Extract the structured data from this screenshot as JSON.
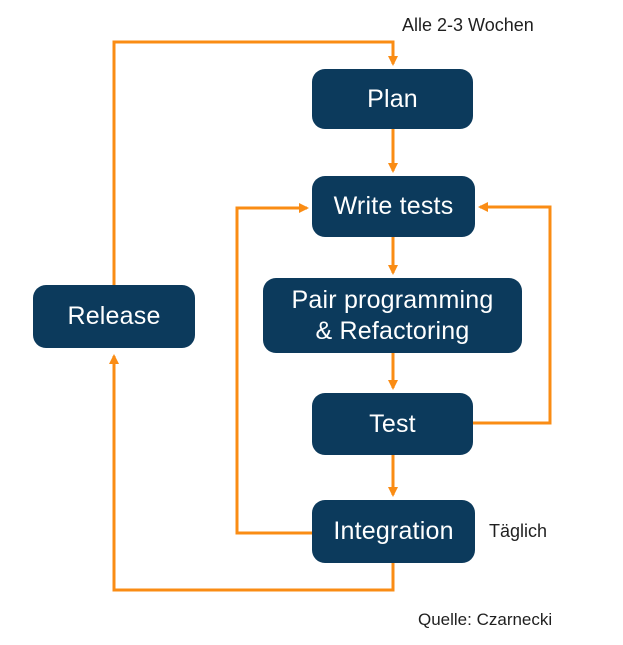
{
  "nodes": {
    "plan": {
      "label": "Plan"
    },
    "write_tests": {
      "label": "Write tests"
    },
    "pair": {
      "lines": [
        "Pair programming",
        "& Refactoring"
      ]
    },
    "test": {
      "label": "Test"
    },
    "integration": {
      "label": "Integration"
    },
    "release": {
      "label": "Release"
    }
  },
  "annotations": {
    "cycle_label": "Alle 2-3 Wochen",
    "daily_label": "Täglich",
    "source_label": "Quelle: Czarnecki"
  },
  "colors": {
    "node_fill": "#0c3a5c",
    "node_text": "#ffffff",
    "arrow": "#fa8c14",
    "annotation_text": "#1f1f1f",
    "background": "#ffffff"
  }
}
